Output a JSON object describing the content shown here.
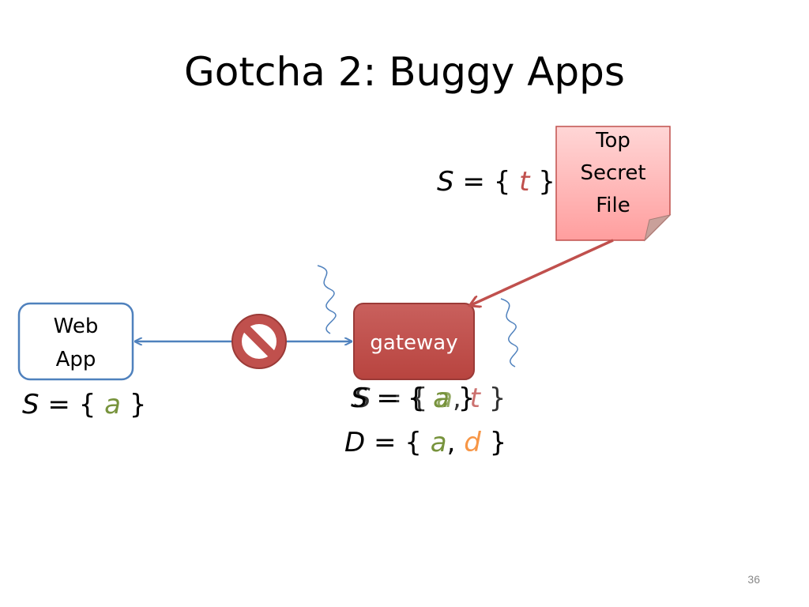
{
  "title": "Gotcha 2: Buggy Apps",
  "page_number": "36",
  "web_app": {
    "line1": "Web",
    "line2": "App"
  },
  "gateway": {
    "label": "gateway"
  },
  "top_secret": {
    "line1": "Top",
    "line2": "Secret",
    "line3": "File"
  },
  "labels": {
    "secret_file_s": {
      "prefix": "S",
      "eq": " = { ",
      "var": "t",
      "suffix": " }"
    },
    "web_app_s": {
      "prefix": "S",
      "eq": " = { ",
      "var": "a",
      "suffix": " }"
    },
    "gateway_s_old": {
      "prefix": "S",
      "eq": " = { ",
      "var": "a",
      "suffix": " }"
    },
    "gateway_s_new": {
      "prefix": "S",
      "eq": " = { ",
      "var1": "a",
      "sep": ", ",
      "var2": "t",
      "suffix": " }"
    },
    "gateway_d": {
      "prefix": "D",
      "eq": " = { ",
      "var1": "a",
      "sep": ", ",
      "var2": "d",
      "suffix": " }"
    }
  },
  "colors": {
    "web_app_border": "#4f81bd",
    "gateway_fill": "#c0504d",
    "arrow_blue": "#4f81bd",
    "arrow_red": "#c0504d",
    "secret_fill": "#ffb3b3",
    "var_a": "#77933c",
    "var_t": "#c0504d",
    "var_d": "#f79646"
  },
  "icons": [
    "prohibited-icon",
    "wavy-line-icon",
    "folded-corner-icon"
  ]
}
